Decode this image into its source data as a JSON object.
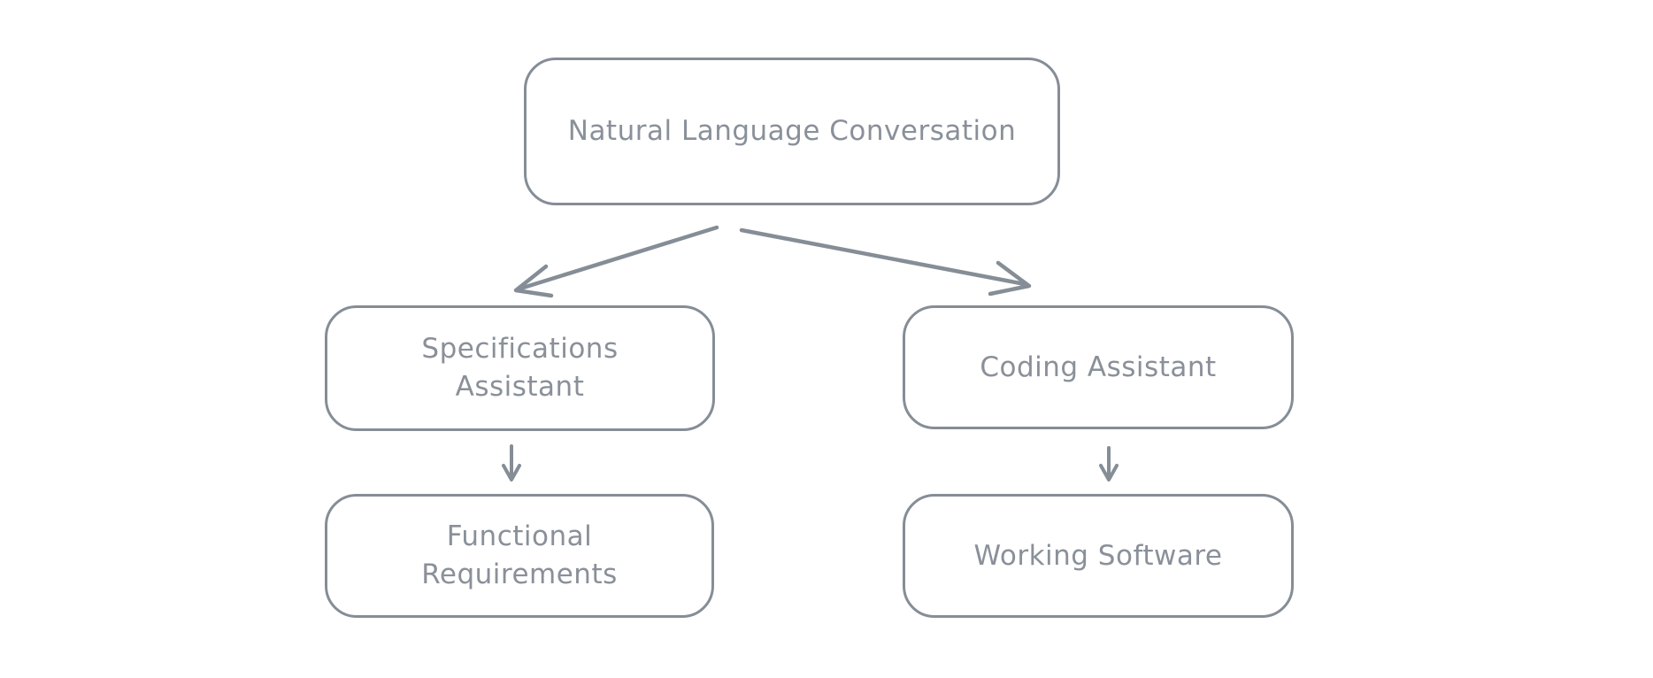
{
  "diagram": {
    "type": "flowchart",
    "background_color": "#ffffff",
    "stroke_color": "#858d96",
    "text_color": "#8a9099",
    "nodes": {
      "top": {
        "id": "natural-language-conversation",
        "label": "Natural Language Conversation"
      },
      "specs": {
        "id": "specifications-assistant",
        "label": "Specifications Assistant"
      },
      "coding": {
        "id": "coding-assistant",
        "label": "Coding Assistant"
      },
      "func": {
        "id": "functional-requirements",
        "label": "Functional Requirements"
      },
      "work": {
        "id": "working-software",
        "label": "Working Software"
      }
    },
    "edges": [
      {
        "from": "Natural Language Conversation",
        "to": "Specifications Assistant"
      },
      {
        "from": "Natural Language Conversation",
        "to": "Coding Assistant"
      },
      {
        "from": "Specifications Assistant",
        "to": "Functional Requirements"
      },
      {
        "from": "Coding Assistant",
        "to": "Working Software"
      }
    ]
  }
}
